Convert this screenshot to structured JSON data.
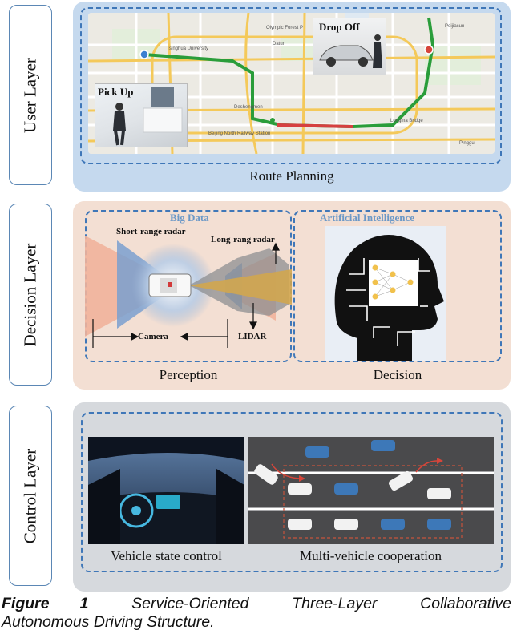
{
  "layers": {
    "user": "User Layer",
    "decision": "Decision Layer",
    "control": "Control Layer"
  },
  "user_panel": {
    "caption": "Route Planning",
    "pickup": "Pick Up",
    "dropoff": "Drop Off",
    "map_labels": {
      "tsinghua": "Tsinghua University",
      "olympic": "Olympic Forest P",
      "datun": "Datun",
      "deshengmen": "Deshengmen",
      "beijing_north": "Beijing North Railway Station",
      "longma": "Longma Bridge",
      "fengtai": "Peijiacun",
      "pinggu": "Pinggu"
    }
  },
  "decision_panel": {
    "perception_caption": "Perception",
    "decision_caption": "Decision",
    "big_data": "Big Data",
    "ai": "Artificial Intelligence",
    "short_radar": "Short-range radar",
    "long_radar": "Long-rang radar",
    "camera": "Camera",
    "lidar": "LIDAR"
  },
  "control_panel": {
    "vehicle_caption": "Vehicle state control",
    "multi_caption": "Multi-vehicle cooperation"
  },
  "figure_caption": {
    "label": "Figure",
    "number": "1",
    "words": [
      "Service-Oriented",
      "Three-Layer",
      "Collaborative"
    ],
    "line2": "Autonomous Driving Structure."
  },
  "colors": {
    "user_panel_bg": "#c5d9ee",
    "decision_panel_bg": "#f3dfd3",
    "control_panel_bg": "#d6d9dd",
    "dash": "#3f77b8",
    "route": "#2a9d3a"
  }
}
